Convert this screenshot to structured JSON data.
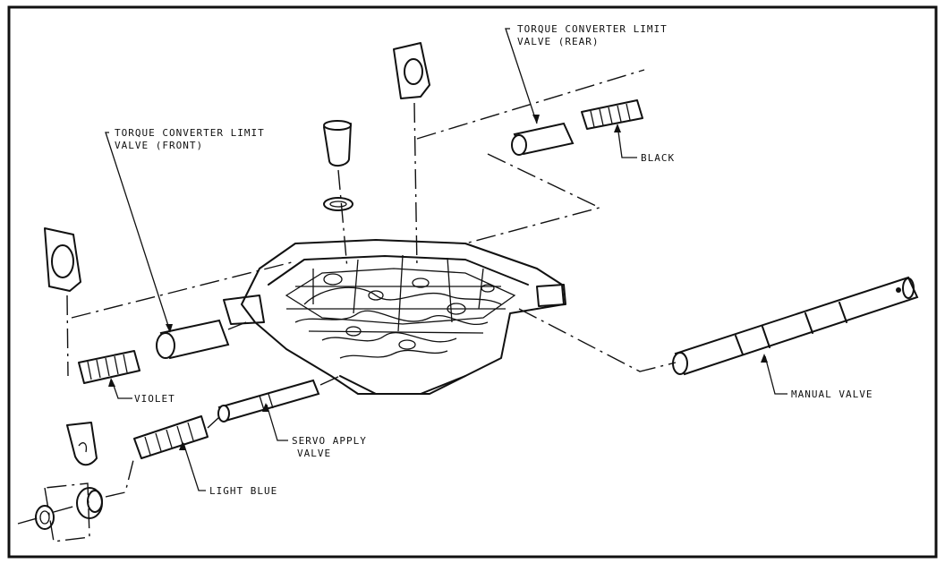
{
  "labels": {
    "tcl_rear_line1": "TORQUE CONVERTER LIMIT",
    "tcl_rear_line2": "VALVE (REAR)",
    "black": "BLACK",
    "tcl_front_line1": "TORQUE CONVERTER LIMIT",
    "tcl_front_line2": "VALVE (FRONT)",
    "violet": "VIOLET",
    "servo_line1": "SERVO APPLY",
    "servo_line2": "VALVE",
    "light_blue": "LIGHT BLUE",
    "manual_valve": "MANUAL VALVE"
  }
}
